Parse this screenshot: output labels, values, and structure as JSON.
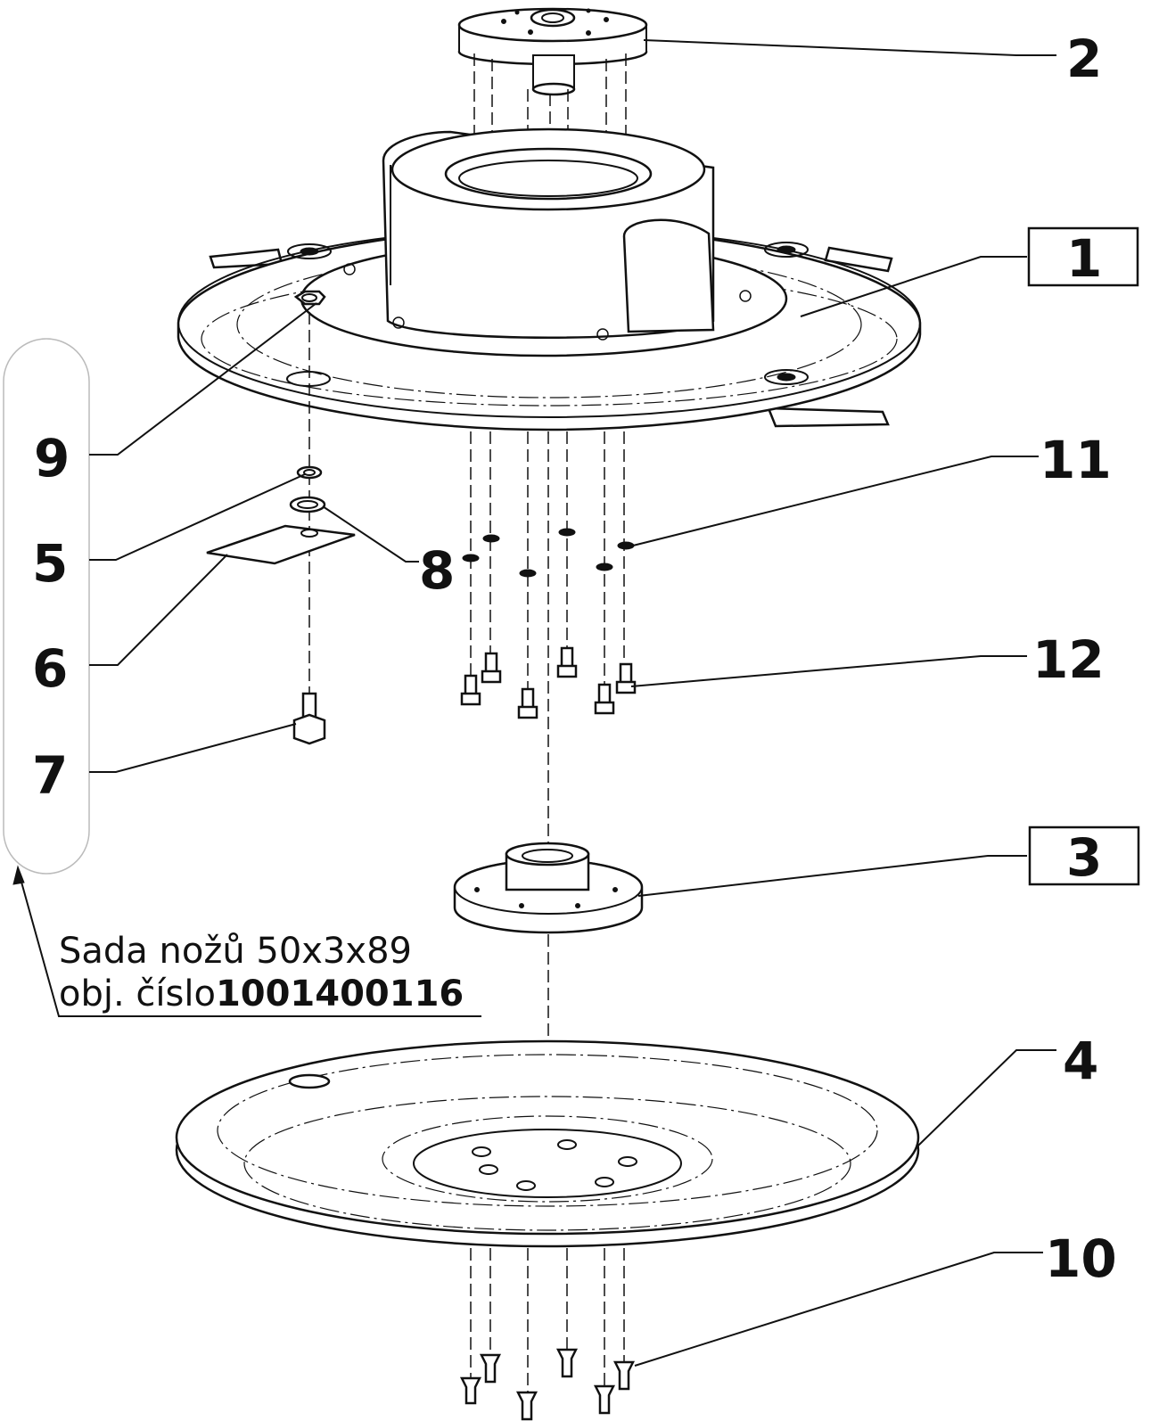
{
  "callouts": {
    "c1": "1",
    "c2": "2",
    "c3": "3",
    "c4": "4",
    "c5": "5",
    "c6": "6",
    "c7": "7",
    "c8": "8",
    "c9": "9",
    "c10": "10",
    "c11": "11",
    "c12": "12"
  },
  "note": {
    "line1": "Sada nožů 50x3x89",
    "line2_prefix": "obj. číslo",
    "line2_number": "1001400116"
  }
}
